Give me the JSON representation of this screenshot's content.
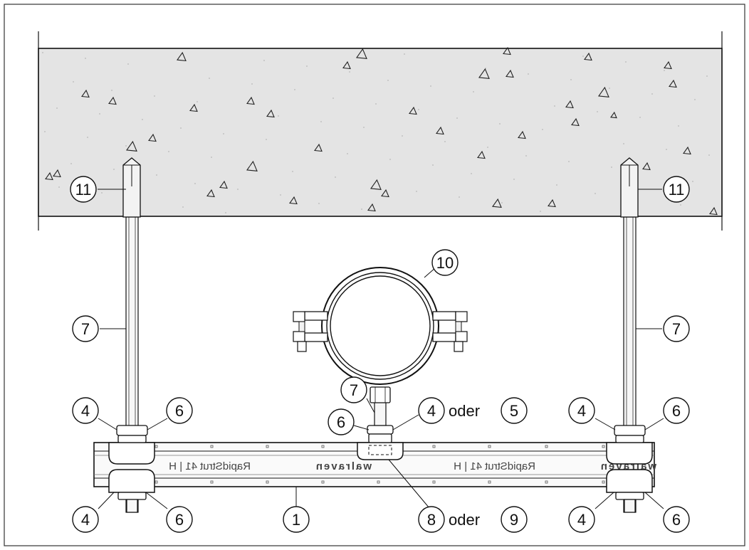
{
  "callouts": {
    "anchor_left": "11",
    "anchor_right": "11",
    "rod_left": "7",
    "rod_right": "7",
    "rod_center": "7",
    "pipe_clamp": "10",
    "nut_tl_left": "4",
    "nut_tl_right": "6",
    "nut_tr_left": "4",
    "nut_tr_right": "6",
    "nut_center_left": "6",
    "nut_center_right_a": "4",
    "nut_center_right_b": "5",
    "nut_bl_left": "4",
    "nut_bl_right": "6",
    "nut_br_left": "4",
    "nut_br_right": "6",
    "channel": "1",
    "channel_nut_a": "8",
    "channel_nut_b": "9",
    "or_word_top": "oder",
    "or_word_bottom": "oder"
  },
  "channel_marking": {
    "brand": "walraven",
    "product": "RapidStrut 41 | H"
  },
  "colors": {
    "ceiling_fill": "#e4e4e4",
    "line": "#111111",
    "rod_fill": "#f2f2f2"
  }
}
